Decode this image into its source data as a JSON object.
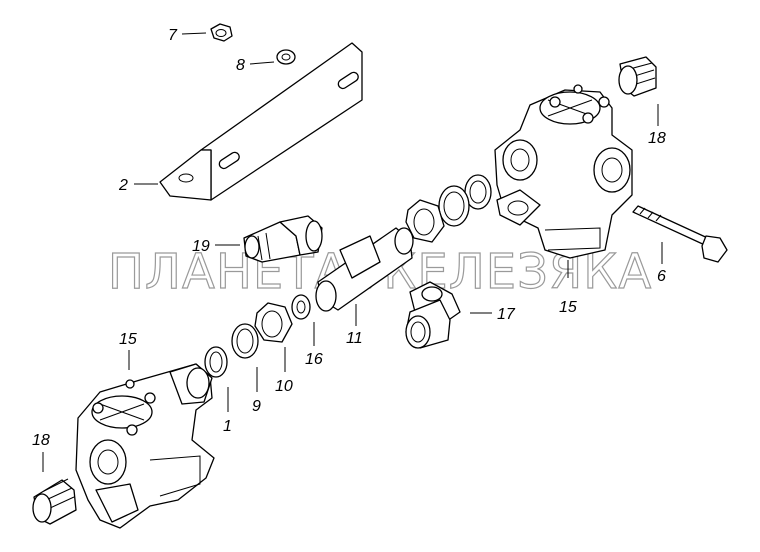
{
  "watermark": "ПЛАНЕТА ЖЕЛЕЗЯКА",
  "callouts": {
    "c7": "7",
    "c8": "8",
    "c2": "2",
    "c18_top": "18",
    "c19": "19",
    "c6": "6",
    "c15_right": "15",
    "c17": "17",
    "c11": "11",
    "c16": "16",
    "c10": "10",
    "c9": "9",
    "c1": "1",
    "c15_left": "15",
    "c18_left": "18"
  }
}
